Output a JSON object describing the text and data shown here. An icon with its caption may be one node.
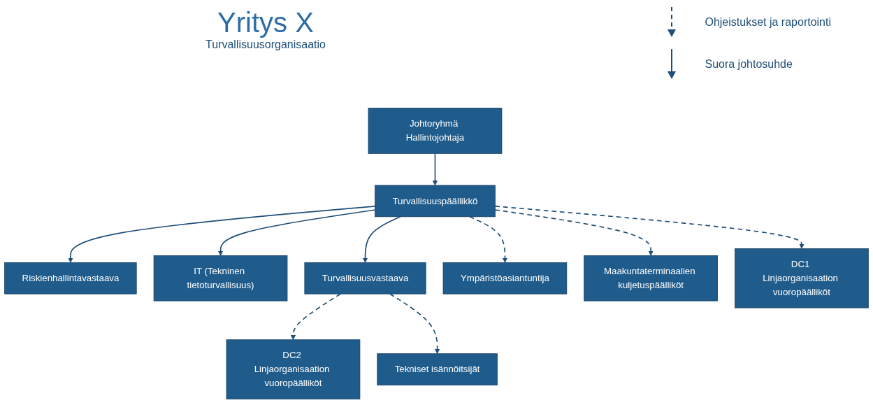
{
  "diagram": {
    "title": "Yritys X",
    "nodes": [
      {
        "text": [
          "Johtoryhmä Hallintojohtaja"
        ]
      },
      {
        "text": [
          "Turvallisuuspäällikkö"
        ]
      },
      {
        "text": [
          "Riskienhallintavastaava"
        ]
      },
      {
        "text": [
          "IT (Tekninen tietoturvallisuus)"
        ]
      },
      {
        "text": [
          "Turvallisuusvastaava"
        ]
      },
      {
        "text": [
          "Ympäristöasiantuntija"
        ]
      },
      {
        "text": [
          "Maakuntaterminaalien kuljetuspäälliköt"
        ]
      },
      {
        "text": [
          "DC1 Linjaorganisaation vuoropäälliköt"
        ]
      },
      {
        "text": [
          "DC2 Linjaorganisaation vuoropäälliköt"
        ]
      },
      {
        "text": [
          "Tekniset isännöitsijät"
        ]
      }
    ],
    "edges": [
      {
        "from": 0,
        "to": 1,
        "arrow": "to"
      },
      {
        "from": 1,
        "to": 2,
        "arrow": "to"
      },
      {
        "from": 1,
        "to": 3,
        "arrow": "to"
      },
      {
        "from": 1,
        "to": 4,
        "arrow": "to"
      },
      {
        "from": 1,
        "to": 5,
        "arrow": "to",
        "style": "dashed"
      },
      {
        "from": 1,
        "to": 6,
        "arrow": "to",
        "style": "dashed"
      },
      {
        "from": 1,
        "to": 7,
        "arrow": "to",
        "style": "dashed"
      },
      {
        "from": 4,
        "to": 8,
        "arrow": "to",
        "style": "dashed"
      },
      {
        "from": 4,
        "to": 9,
        "arrow": "to",
        "style": "dashed"
      }
    ],
    "labels": [
      "Turvallisuusorganisaatio"
    ],
    "legend": [
      {
        "text": "Ohjeistukset ja raportointi"
      },
      {
        "text": "Suora johtosuhde"
      }
    ]
  }
}
